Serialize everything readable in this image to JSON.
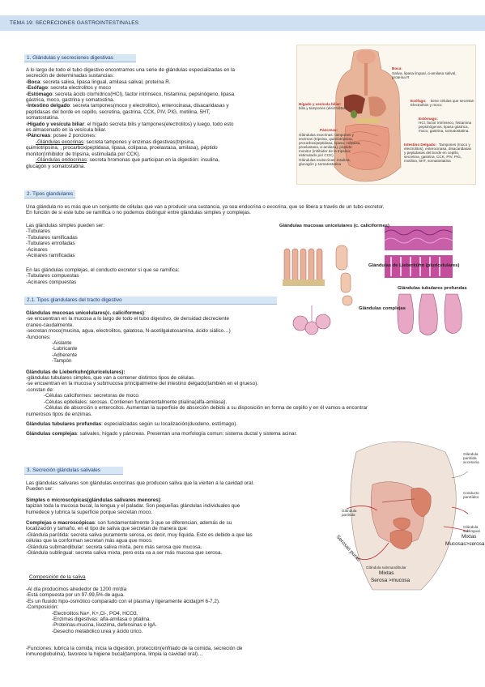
{
  "header": {
    "title": "TEMA 19: SECRECIONES GASTROINTESTINALES"
  },
  "s1": {
    "title": "1. Glándulas y secreciones digestivas",
    "intro": [
      "A lo largo de todo el tubo digestivo encontramos una serie de glándulas especializadas en la",
      "secreción de determinadas sustancias:"
    ],
    "boca_t": "-Boca",
    "boca": ": secreta saliva, lipasa lingual, amilasa salival, proteína R.",
    "esof_t": "-Esófago",
    "esof": ": secreta electrolitos y moco",
    "est_t": "-Estómago",
    "est": ": secreta ácido clorhídrico(HCl), factor intrínseco, histamina, pepsinógeno, lipasa",
    "est2": "gástrica, moco, gastrina y somatostina.",
    "int_t": "-Intestino delgado",
    "int": ": secreta tampones(moco y electrolitos), enterocinasa, disacaridasas y",
    "int2": "peptidasas del borde en cepillo, secretina, gastrina, CCK, PIV, PIG, motilina, 5HT,",
    "int3": "somatostatina.",
    "hig_t": "-Hígado y vesícula biliar",
    "hig": ": el hígado secreta bilis y tampones(electrolitos) y luego, todo esto",
    "hig2": "es almacenado en la vesícula biliar.",
    "pan_t": "-Páncreas",
    "pan": ": posee 2 porciones:",
    "exo_t": "-Glándulas exocrinas",
    "exo": ": secreta tampones y enzimas digestivas(tripsina,",
    "exo2": "quimiotripsina, , procarboxipeptidasa, lipasa, colipasa, proelastasa, amilasa), péptido",
    "exo3": "monitor(inhibidor de tripsina, estimulada por CCK).",
    "endo_t": "-Glándulas endocrinas",
    "endo": ": secreta hromonas que participan en la digestión: insulina,",
    "endo2": "glucagón y somatostatina."
  },
  "fig1": {
    "boca_t": "Boca:",
    "boca": [
      "Saliva, lipasa lingual, α-amilasa salival,",
      "proteína R"
    ],
    "esof_t": "Esófago:",
    "esof": [
      "tiene células que secretan",
      "Electrolitos y moco"
    ],
    "est_t": "Estómago:",
    "est": [
      "HCl, factor intrínseco, histamina",
      "pepsinógenos, lipasa gástrica,",
      "moco, gastrina, somatostatina."
    ],
    "hig_t": "Hígado y vesícula biliar:",
    "hig": [
      "bilis y tampones (electrolitos)"
    ],
    "pan_t": "Páncreas:",
    "pan": [
      "Glándulas exocrinas: tampones y",
      "enzimas (tripsina, quimiotripsina,",
      "procarboxipeptidasa, lipasa, colipasa,",
      "proelastasa, α-amilasa), péptido",
      "monitor (inhibidor de la tripsina;",
      "estimulado por CCK)",
      "Glándulas endocrinas: insulina,",
      "glucagón y somatostatina"
    ],
    "int_t": "Intestino Delgado:",
    "int": [
      "Tampones (moco y",
      "electrolitos), enterocinasa, disacaridasas",
      "y peptidasas del borde en cepillo,",
      "secretina, gastrina, CCK, PIV, PIG,",
      "motilina, 5HT, somatostatina"
    ]
  },
  "s2": {
    "title": "2. Tipos glandulares",
    "intro": [
      "Una glándula no es más que un conjunto de células que van a producir una sustancia, ya sea endocrina o exocrina, que se libera a través de un tubo excretor.",
      "En función de si este tubo se ramifica o no podemos distinguir entre glándulas simples y complejas."
    ],
    "simple": [
      "Las glándulas simples pueden ser:",
      "-Tubulares",
      "-Tubulares ramificadas",
      "-Tubulares enrolladas",
      "-Acinares",
      "-Acinares ramificadas"
    ],
    "complex": [
      "En las glándulas complejas, el conducto excretor sí que se ramifica:",
      "-Tubulares compuestas",
      "-Acinares compuestas"
    ]
  },
  "fig2": {
    "mucosas": "Glándulas mucosas unicelulares (c. caliciformes)",
    "lieber": "Glándulas de Lieberkühn (pluricelulares)",
    "tubulares": "Glándulas tubulares profundas",
    "complejas": "Glándulas complejas"
  },
  "s21": {
    "title": "2.1. Tipos glandulares del tracto digestivo",
    "muc_t": "Glándulas mucosas unicelulares(c. caliciformes)",
    "muc": [
      "-se encuentran en la mucosa a lo largo de todo el tubo digestivo, de densidad decreciente",
      "craneo-caudalmente.",
      "-secretan moco(mucina, agua, electrolitos, galatosa, N-acetilgalatosamina, ácido siálico…)",
      "-funciones:"
    ],
    "muc_f": [
      "-Aislante",
      "-Lubricante",
      "-Adherente",
      "-Tampón"
    ],
    "lie_t": "Glándulas de Lieberkuhn(pluricelulares)",
    "lie": [
      "-glándulas tubulares simples, que van a contener distintos tipos de células.",
      "-se encuentran en la mucosa y submucosa principalmetne del intestino delgado(también en el grueso).",
      "-constan de:"
    ],
    "lie_c": [
      "-Células caliciformes: secretoras de moco.",
      "-Células epiteliales: serosas. Contienen fundamentalmente ptialina(alfa-amilasa).",
      "-Células de absorción o enterocitos. Aumentan la superficie de absorción debido a su disposición en forma de cepillo y en él vamos a encontrar"
    ],
    "lie_end": "numerosos tipos de enzimas.",
    "tub_t": "Glándulas tubulares profundas",
    "tub": ": especializadas según su localización(duodeno, estómago).",
    "com_t": "Glándulas complejas",
    "com": ": salivales, hígado y páncreas. Presentan una morfología comun: sistema ductal y sistema acinar."
  },
  "s3": {
    "title": "3. Secreción glándulas salivales",
    "intro": [
      "Las glándulas salivares son glándulas exocrinas que producen saliva que la vierten a la cavidad oral.",
      "Pueden ser:"
    ],
    "sim_t": "Simples o microscópicas(glándulas salivares menores)",
    "sim": [
      "tapizan toda la mucosa bucal, la lengua y el paladar. Son pequeñas glándulas individuales que",
      "humedece y lubrica la superficie porque secretan moco."
    ],
    "com_t": "Complejas o macroscópicas",
    "com": ": son fundamentalmente 3 que se diferencian, además de su",
    "com_more": [
      "localización y tamaño, en el tipo de saliva que secretan de manera que:",
      "-Glándula parótida: secreta saliva puramente serosa, es decir, muy líquida. Esto es debido a que las",
      "células que la conforman secretan más agua que moco.",
      "-Glándula submandibular: secreta saliva mixta, pero más serosa que mucosa.",
      "-Glándula sublingual: secreta saliva mixta, pero esta va a ser más mucosa que serosa."
    ],
    "comp_t": "Composición de la saliva",
    "comp": [
      "-Al día producimos alrededor de 1200 ml/día",
      "-Está compuesta por un 97-99,5% de agua.",
      "-Es un fluuido hipo-osmótico comparado con el plasma y ligeramente ácida(pH 6-7,2).",
      "-Composición:"
    ],
    "comp_sub": [
      "-Electrolitos:Na+, K+,Cl-, PO4, HCO3.",
      "-Enzimas digestivas: alfa-amilasa o ptialina.",
      "-Proteínas-mucina, lisozima, defensinas e IgA.",
      "-Desecho metabólico:urea y ácido úrico."
    ],
    "func": [
      "-Funciones: lubrica la comida, inicia la digestión, protección(enfriado de la comida, secreción de",
      "inmunoglobulina), favorece la higiene bucal(tampona, limpia la cavidad oral)…"
    ]
  },
  "fig3": {
    "parotida": [
      "Glándula",
      "parótida",
      "accesoria"
    ],
    "conducto": [
      "Conducto",
      "parotídeo"
    ],
    "parotida2": [
      "Glándula",
      "parótida"
    ],
    "sublingual": [
      "Glándula",
      "sublingual"
    ],
    "mixtas1": "Mixtas",
    "mucosas_serosa": "Mucosas>serosa",
    "serosas": "Serosas puras",
    "submandibular": "Glándula submandibular",
    "mixtas2": "Mixtas",
    "serosa_mucosa": "Serosa >mucosa"
  },
  "colors": {
    "header_bg": "#cfe0f3",
    "section_bg": "#d7e6f5",
    "label_red": "#b4302a"
  }
}
